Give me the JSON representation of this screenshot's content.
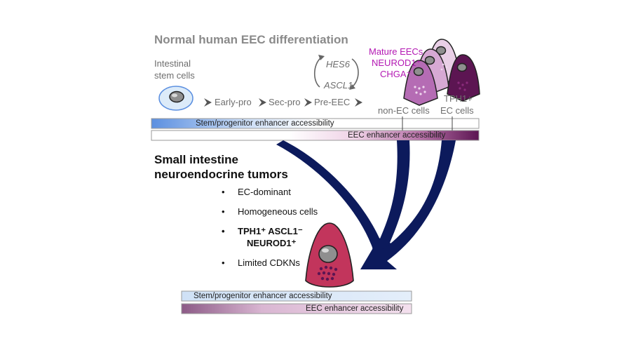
{
  "title": "Normal human EEC differentiation",
  "stages": {
    "stem_line1": "Intestinal",
    "stem_line2": "stem cells",
    "early_pro": "Early-pro",
    "sec_pro": "Sec-pro",
    "pre_eec": "Pre-EEC",
    "hes6": "HES6",
    "ascl1": "ASCL1",
    "mature_line1": "Mature EECs",
    "mature_line2": "NEUROD1⁺",
    "mature_line3": "CHGA⁺",
    "non_ec": "non-EC cells",
    "tph1_line1": "TPH1+",
    "tph1_line2": "EC cells"
  },
  "top_bars": {
    "stem": "Stem/progenitor enhancer accessibility",
    "eec": "EEC enhancer accessibility"
  },
  "tumor": {
    "title_line1": "Small intestine",
    "title_line2": "neuroendocrine tumors",
    "bullet1": "EC-dominant",
    "bullet2": "Homogeneous cells",
    "bullet3_line1": "TPH1⁺ ASCL1⁻",
    "bullet3_line2": "NEUROD1⁺",
    "bullet4": "Limited CDKNs"
  },
  "bottom_bars": {
    "stem": "Stem/progenitor enhancer accessibility",
    "eec": "EEC enhancer accessibility"
  },
  "colors": {
    "arrow_navy": "#0c1a5c",
    "magenta_text": "#b318b3",
    "tumor_fill": "#c2355c",
    "stem_blue": "#5b8fe0",
    "eec_purple": "#6a1a5a"
  }
}
